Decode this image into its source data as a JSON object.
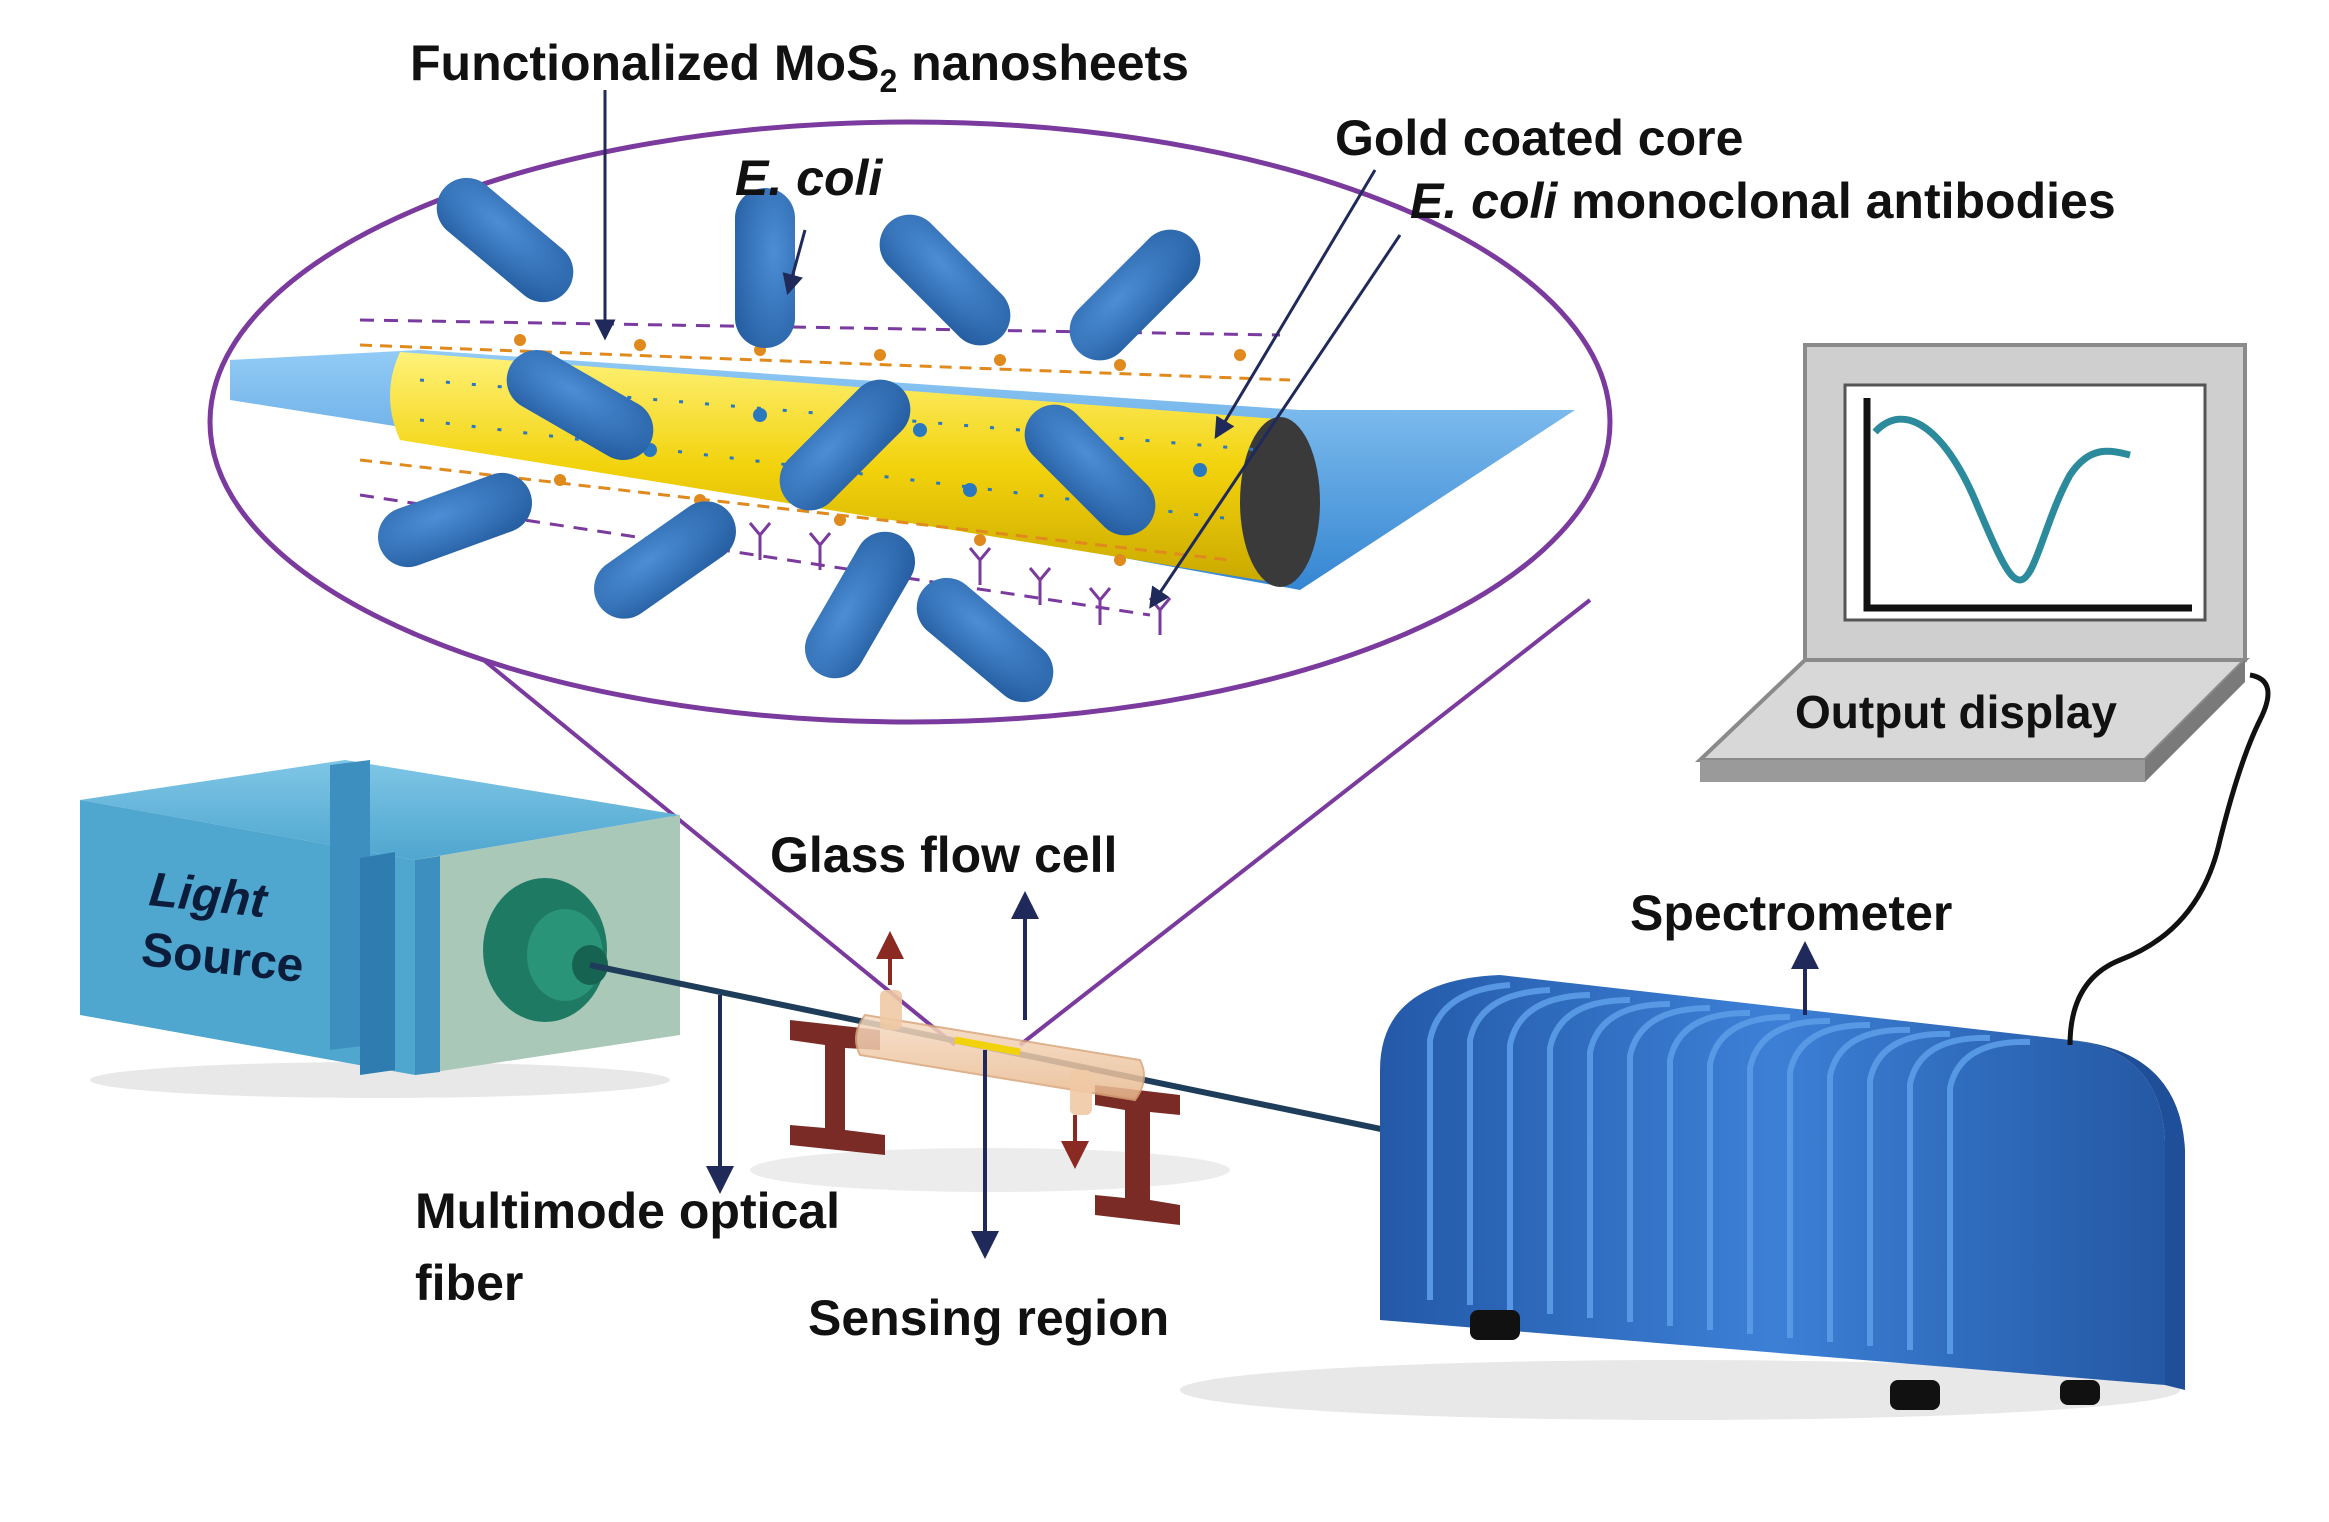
{
  "labels": {
    "nanosheets_prefix": "Functionalized MoS",
    "nanosheets_sub": "2",
    "nanosheets_suffix": " nanosheets",
    "ecoli": "E. coli",
    "gold_core": "Gold coated core",
    "antibodies_italic": "E. coli",
    "antibodies_rest": " monoclonal antibodies",
    "output_display": "Output display",
    "light_line1": "Light",
    "light_line2": "Source",
    "glass_flow_cell": "Glass flow cell",
    "spectrometer": "Spectrometer",
    "fiber_line1": "Multimode optical",
    "fiber_line2": "fiber",
    "sensing_region": "Sensing region"
  },
  "colors": {
    "bacteria": "#2f6fb8",
    "fiber_blue": "#3a8fd6",
    "gold": "#f2d20b",
    "lattice_orange": "#e08a1e",
    "lattice_blue": "#2a78c0",
    "lens_outline": "#7a3a9e",
    "light_source_body": "#4fa6cf",
    "light_source_face": "#a9c8b7",
    "connector_green": "#1f7a64",
    "spectrometer": "#2d6cc0",
    "stand_brown": "#7b2b26",
    "arrow_navy": "#1f2a5a",
    "arrow_red": "#8a2a22",
    "monitor_gray": "#c8c8c8",
    "curve_teal": "#2b8a9c"
  },
  "icons": {
    "light_source": "light-source-box-icon",
    "spectrometer": "spectrometer-icon",
    "laptop": "laptop-icon",
    "flow_cell": "flow-cell-icon",
    "fiber": "optical-fiber-icon"
  }
}
